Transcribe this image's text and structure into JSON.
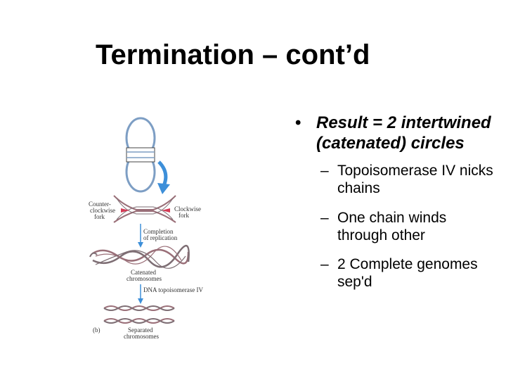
{
  "title": "Termination – cont’d",
  "bullets": {
    "main": "Result = 2 intertwined (catenated) circles",
    "subs": [
      "Topoisomerase IV nicks chains",
      "One chain winds through other",
      "2 Complete genomes sep'd"
    ]
  },
  "figure": {
    "labels": {
      "counterclockwise_fork": [
        "Counter-",
        "clockwise",
        "fork"
      ],
      "clockwise_fork": [
        "Clockwise",
        "fork"
      ],
      "completion": [
        "Completion",
        "of replication"
      ],
      "catenated": [
        "Catenated",
        "chromosomes"
      ],
      "topoisomerase": "DNA topoisomerase IV",
      "separated": [
        "Separated",
        "chromosomes"
      ],
      "panel": "(b)"
    }
  },
  "colors": {
    "arrow_blue": "#3d8fd9",
    "circle_outline": "#7d9ec4",
    "dna_strand": "#9a6f78",
    "dna_strand_light": "#7e6e74",
    "fork_arrow": "#d23a55"
  }
}
